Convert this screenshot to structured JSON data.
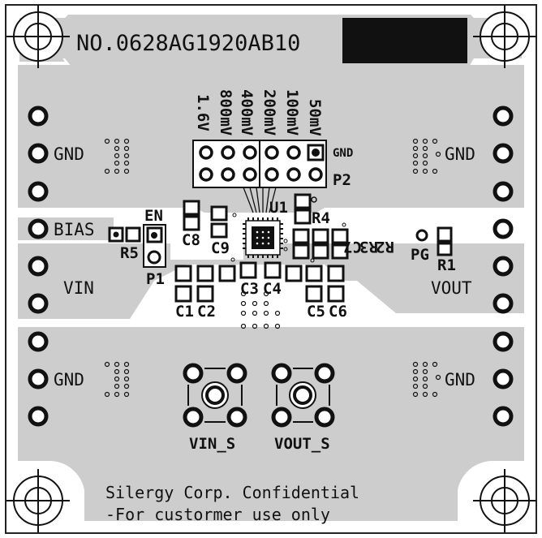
{
  "board": {
    "number": "NO.0628AG1920AB10",
    "confidential_line1": "Silergy Corp. Confidential",
    "confidential_line2": "-For custormer use only"
  },
  "left_pins": {
    "gnd": "GND",
    "bias": "BIAS",
    "vin": "VIN"
  },
  "right_pins": {
    "gnd": "GND",
    "vout": "VOUT",
    "pg": "PG"
  },
  "header": {
    "voltages": [
      "1.6V",
      "800mV",
      "400mV",
      "200mV",
      "100mV",
      "50mV"
    ],
    "gnd_label": "GND",
    "p2_label": "P2"
  },
  "components": {
    "en": "EN",
    "p1": "P1",
    "r5": "R5",
    "c8": "C8",
    "c9": "C9",
    "u1": "U1",
    "r4": "R4",
    "r1": "R1",
    "r2": "R2",
    "r3": "R3",
    "c7": "C7",
    "c1": "C1",
    "c2": "C2",
    "c3": "C3",
    "c4": "C4",
    "c5": "C5",
    "c6": "C6"
  },
  "sense": {
    "vin_s": "VIN_S",
    "vout_s": "VOUT_S"
  }
}
